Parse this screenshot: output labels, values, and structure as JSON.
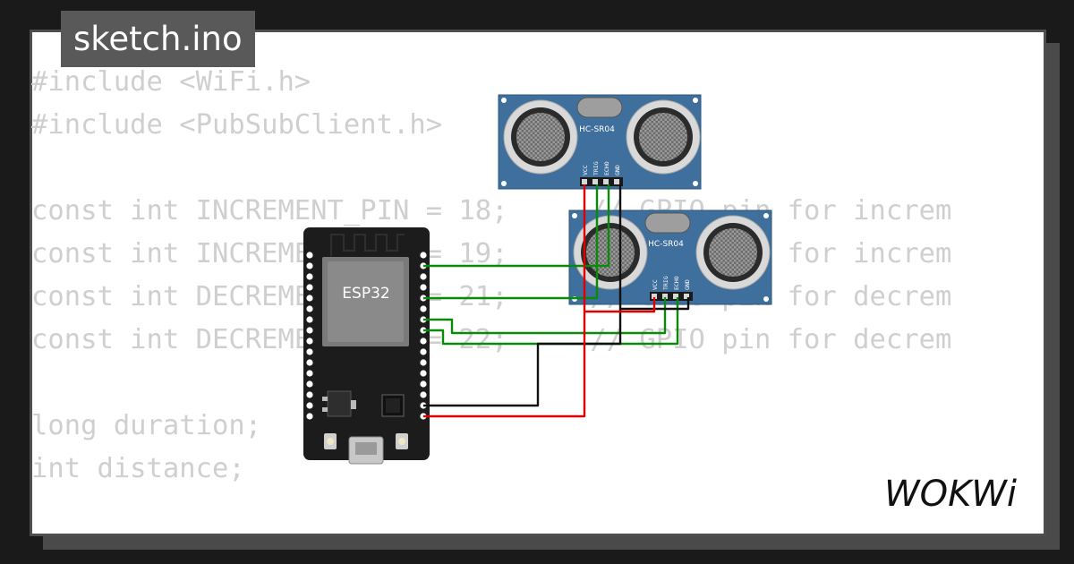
{
  "title": "sketch.ino",
  "code_lines": [
    "#include <WiFi.h>",
    "#include <PubSubClient.h>",
    "",
    "const int INCREMENT_PIN = 18;     // GPIO pin for increm",
    "const int INCREMENT_PIN = 19;     // GPIO pin for increm",
    "const int DECREMENT_PIN = 21;     // GPIO pin for decrem",
    "const int DECREMENT_PIN = 22;     // GPIO pin for decrem",
    "",
    "long duration;",
    "int distance;"
  ],
  "brand": "WOKWi",
  "components": {
    "esp32": {
      "chip_label": "ESP32"
    },
    "sensor_1": {
      "model": "HC-SR04",
      "pins": [
        "VCC",
        "TRIG",
        "ECHO",
        "GND"
      ]
    },
    "sensor_2": {
      "model": "HC-SR04",
      "pins": [
        "VCC",
        "TRIG",
        "ECHO",
        "GND"
      ]
    }
  },
  "wire_colors": {
    "power": "#e00000",
    "ground": "#000000",
    "signal": "#008000"
  },
  "colors": {
    "page_bg": "#1a1a1a",
    "card_bg": "#ffffff",
    "code_text": "#cfcfcf",
    "sensor_board": "#3f6f9d",
    "esp32_board": "#1c1c1c"
  }
}
